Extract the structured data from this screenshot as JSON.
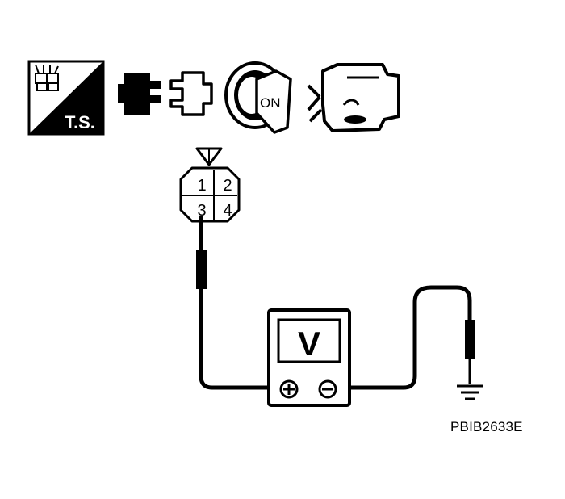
{
  "icons": {
    "ts_label": "T.S.",
    "ignition_label": "ON",
    "names": [
      "tool-ts-icon",
      "connector-disconnect-icon",
      "ignition-key-on-icon",
      "engine-icon"
    ]
  },
  "connector": {
    "pins": [
      "1",
      "2",
      "3",
      "4"
    ]
  },
  "meter": {
    "unit": "V",
    "positive_symbol": "+",
    "negative_symbol": "−"
  },
  "reference_code": "PBIB2633E",
  "colors": {
    "ink": "#000000",
    "paper": "#ffffff"
  }
}
